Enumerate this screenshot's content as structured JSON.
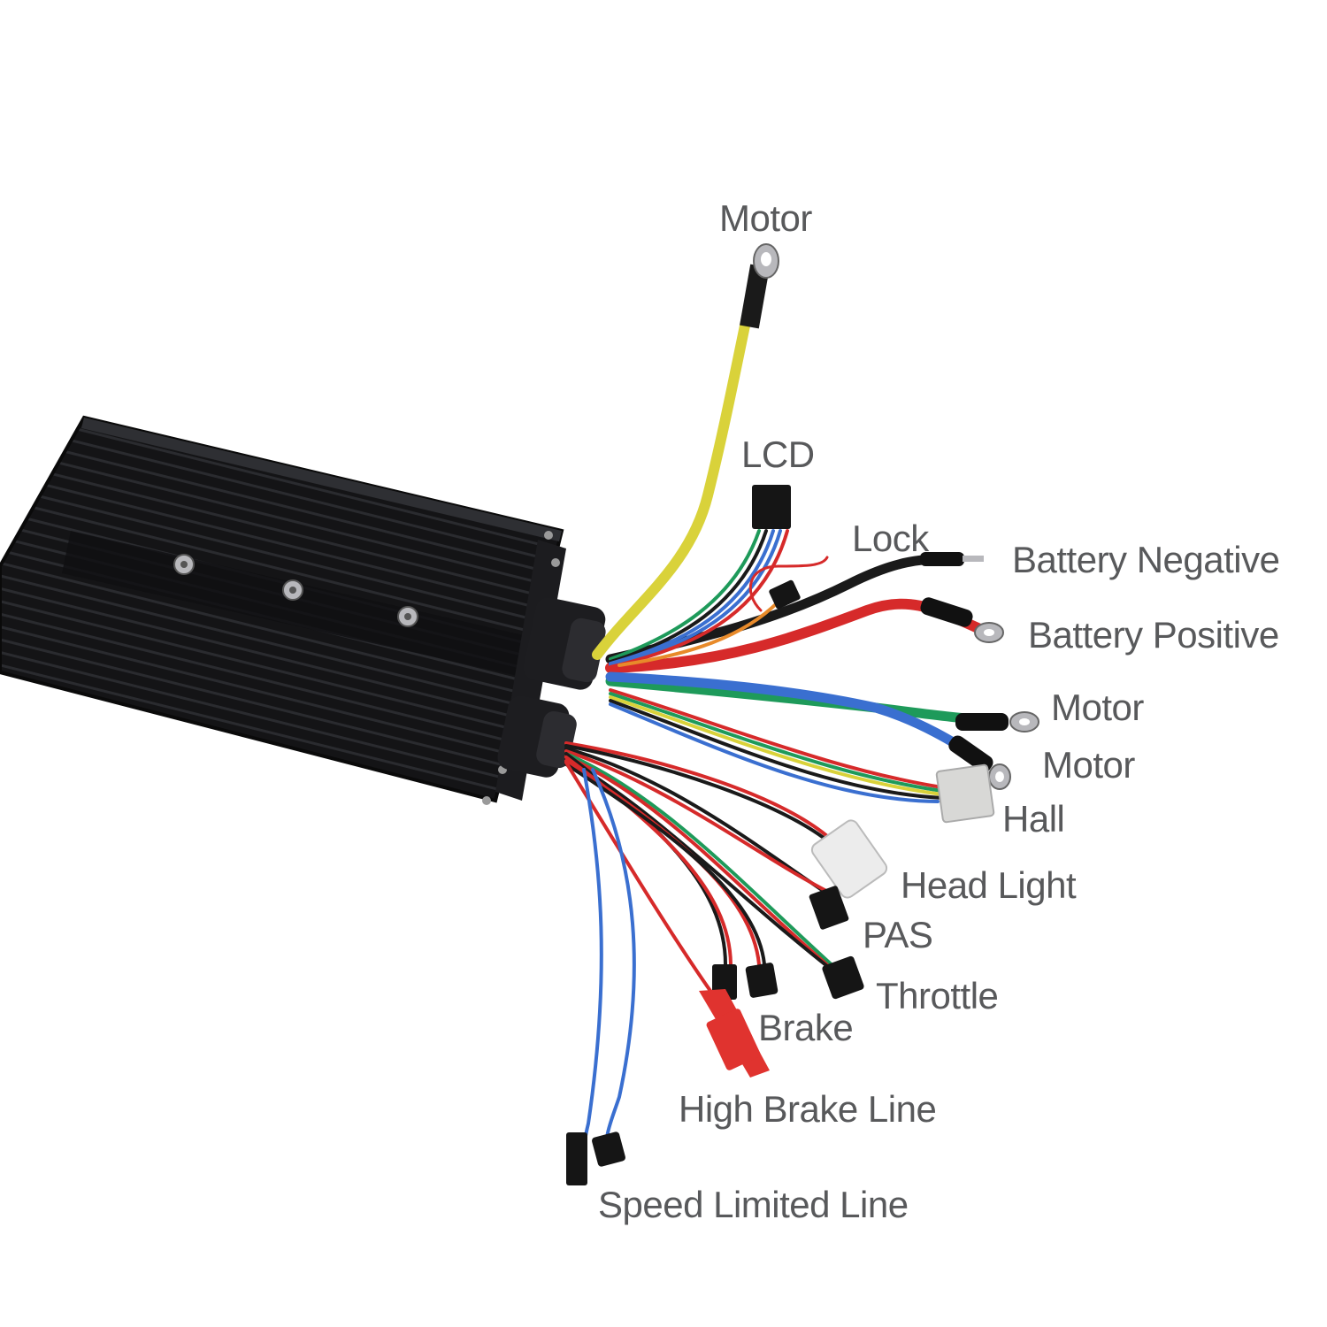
{
  "title": "E-bike controller wiring diagram",
  "labels": {
    "motor_top": "Motor",
    "lcd": "LCD",
    "lock": "Lock",
    "battery_negative": "Battery Negative",
    "battery_positive": "Battery Positive",
    "motor_green": "Motor",
    "motor_blue": "Motor",
    "hall": "Hall",
    "head_light": "Head Light",
    "pas": "PAS",
    "throttle": "Throttle",
    "brake": "Brake",
    "high_brake_line": "High Brake Line",
    "speed_limited_line": "Speed Limited Line"
  },
  "colors": {
    "label_text": "#58595b",
    "controller_body": "#141416",
    "wire_yellow": "#d9d23a",
    "wire_red": "#d62a2a",
    "wire_green": "#1e9a5a",
    "wire_blue": "#3a6fd0",
    "wire_black": "#1a1a1a",
    "wire_orange": "#e88a2a"
  }
}
